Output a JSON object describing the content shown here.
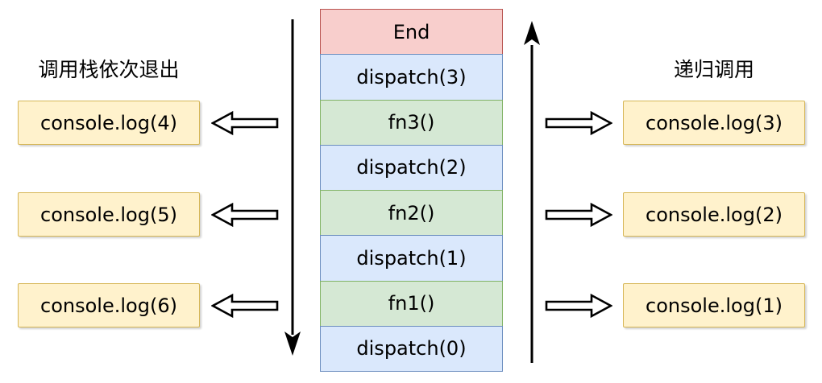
{
  "diagram": {
    "title_left": "调用栈依次退出",
    "title_right": "递归调用",
    "colors": {
      "end_fill": "#f8cecc",
      "end_stroke": "#b85450",
      "dispatch_fill": "#dae8fc",
      "dispatch_stroke": "#6c8ebf",
      "fn_fill": "#d5e8d4",
      "fn_stroke": "#82b366",
      "log_fill": "#fff2cc",
      "log_stroke": "#d6b656",
      "arrow": "#000000",
      "background": "#ffffff"
    }
  },
  "left_column": {
    "heading": "调用栈依次退出",
    "boxes": [
      {
        "label": "console.log(4)"
      },
      {
        "label": "console.log(5)"
      },
      {
        "label": "console.log(6)"
      }
    ],
    "arrow_direction": "left",
    "flow_arrow": "down"
  },
  "right_column": {
    "heading": "递归调用",
    "boxes": [
      {
        "label": "console.log(3)"
      },
      {
        "label": "console.log(2)"
      },
      {
        "label": "console.log(1)"
      }
    ],
    "arrow_direction": "right",
    "flow_arrow": "up"
  },
  "call_stack": {
    "rows": [
      {
        "label": "End",
        "kind": "end"
      },
      {
        "label": "dispatch(3)",
        "kind": "dispatch"
      },
      {
        "label": "fn3()",
        "kind": "fn"
      },
      {
        "label": "dispatch(2)",
        "kind": "dispatch"
      },
      {
        "label": "fn2()",
        "kind": "fn"
      },
      {
        "label": "dispatch(1)",
        "kind": "dispatch"
      },
      {
        "label": "fn1()",
        "kind": "fn"
      },
      {
        "label": "dispatch(0)",
        "kind": "dispatch"
      }
    ]
  }
}
